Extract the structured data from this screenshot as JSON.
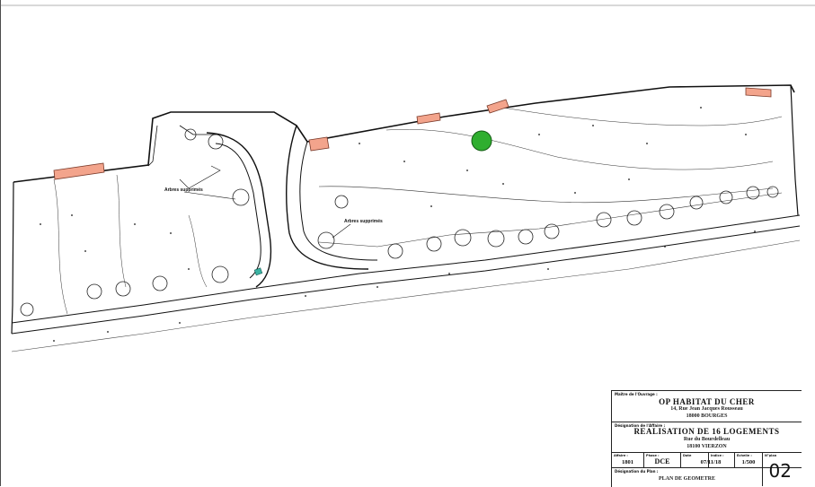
{
  "drawing": {
    "annotations": {
      "trees_removed_left": "Arbres supprimés",
      "trees_removed_center": "Arbres supprimés"
    },
    "colors": {
      "building_fill": "#f3a48c",
      "tree_highlight": "#2fae2f",
      "marker_teal": "#3bb3a3",
      "line_color": "#111111"
    }
  },
  "title_block": {
    "client_caption": "Maître de l'Ouvrage :",
    "client_name": "OP HABITAT DU CHER",
    "client_address": "14, Rue Jean Jacques Rousseau",
    "client_city": "18000 BOURGES",
    "project_caption": "Désignation de l'Affaire :",
    "project_title": "REALISATION DE 16 LOGEMENTS",
    "project_street": "Rue du Bourdelleau",
    "project_city": "18100 VIERZON",
    "affaire_caption": "Affaire :",
    "affaire_value": "1801",
    "phase_caption": "Phase :",
    "phase_value": "DCE",
    "date_caption": "Date",
    "date_value": "07/11/18",
    "echelle_caption": "Echelle :",
    "echelle_value": "1/500",
    "indice_caption": "Indice :",
    "indice_value": "",
    "plan_no_caption": "N°plan",
    "plan_no_value": "02",
    "designation_caption": "Désignation du Plan :",
    "designation_value": "PLAN DE GEOMETRE"
  }
}
